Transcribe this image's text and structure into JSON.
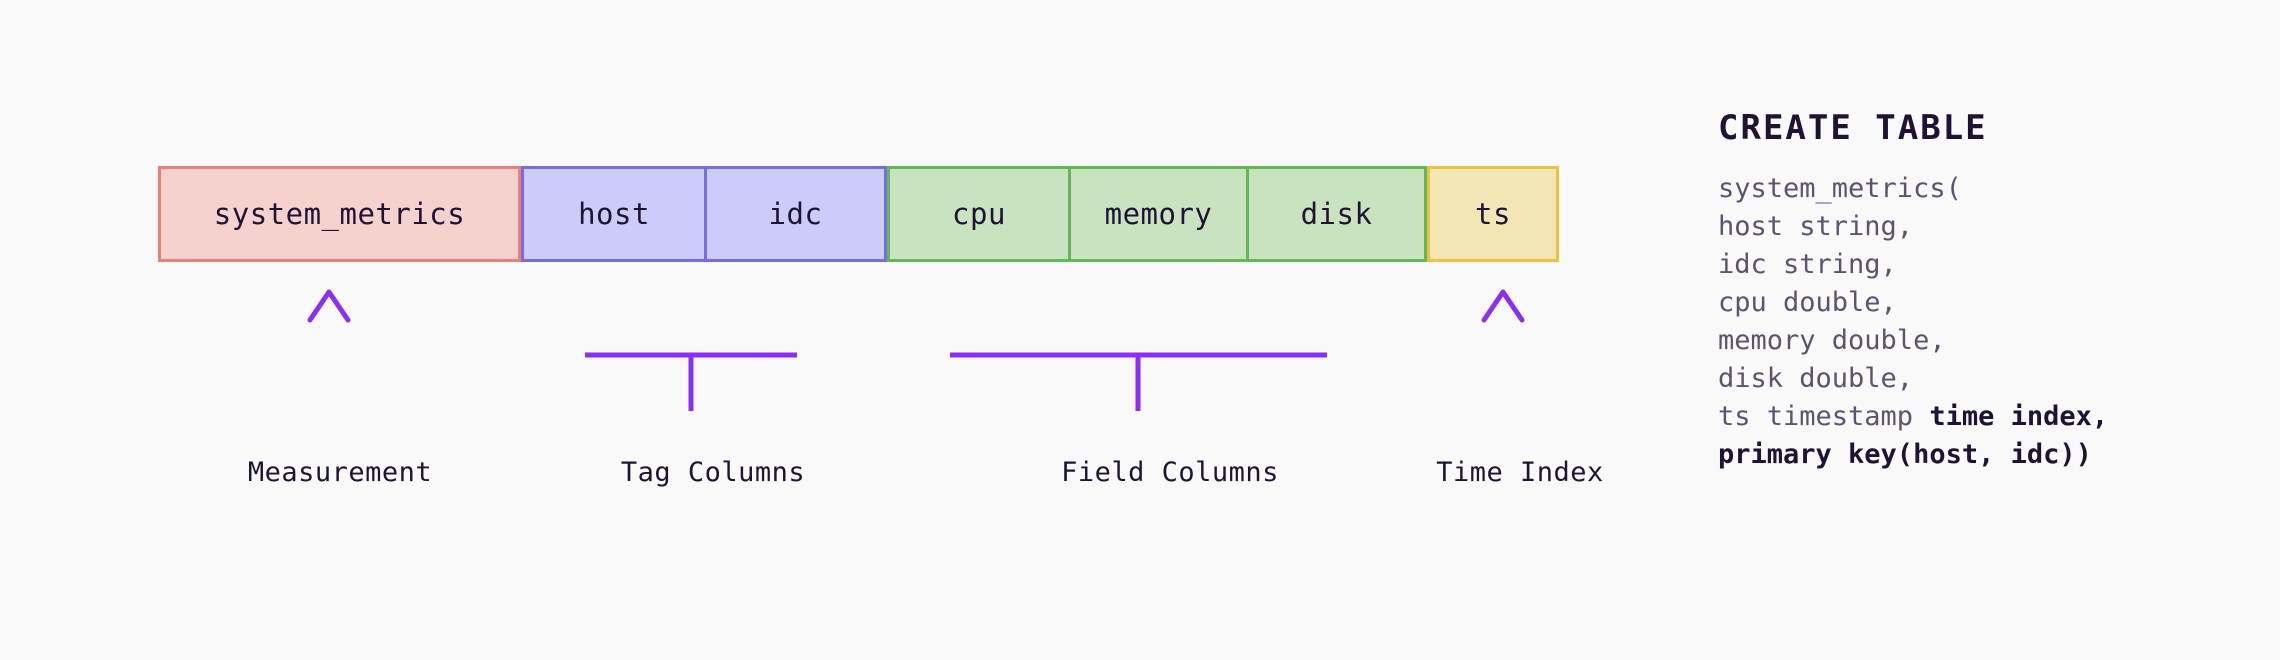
{
  "background": "#faf9f9",
  "colors": {
    "measurement_fill": "#f5d2ce",
    "measurement_border": "#ea8179",
    "tag_fill": "#ccccfa",
    "tag_border": "#7a6ae6",
    "field_fill": "#c9e3c1",
    "field_border": "#61b955",
    "time_fill": "#f2e6b7",
    "time_border": "#ecc341",
    "connector": "#8b2ff5",
    "text": "#1f1335",
    "ddl_body_text": "#5a5470"
  },
  "schema": {
    "measurement": {
      "cells": [
        {
          "label": "system_metrics"
        }
      ]
    },
    "tags": {
      "cells": [
        {
          "label": "host"
        },
        {
          "label": "idc"
        }
      ]
    },
    "fields": {
      "cells": [
        {
          "label": "cpu"
        },
        {
          "label": "memory"
        },
        {
          "label": "disk"
        }
      ]
    },
    "time_index": {
      "cells": [
        {
          "label": "ts"
        }
      ]
    }
  },
  "captions": {
    "measurement": "Measurement",
    "tags": "Tag Columns",
    "fields": "Field Columns",
    "time_index": "Time Index"
  },
  "ddl": {
    "title": "CREATE TABLE",
    "lines": [
      {
        "text": "system_metrics(",
        "bold": false
      },
      {
        "text": "host string,",
        "bold": false
      },
      {
        "text": "idc string,",
        "bold": false
      },
      {
        "text": "cpu double,",
        "bold": false
      },
      {
        "text": "memory double,",
        "bold": false
      },
      {
        "text": "disk double,",
        "bold": false
      },
      {
        "text": "ts timestamp ",
        "bold": false,
        "bold_tail": "time index,"
      },
      {
        "text": "",
        "bold": true,
        "bold_tail": "primary key(host, idc))"
      }
    ]
  }
}
